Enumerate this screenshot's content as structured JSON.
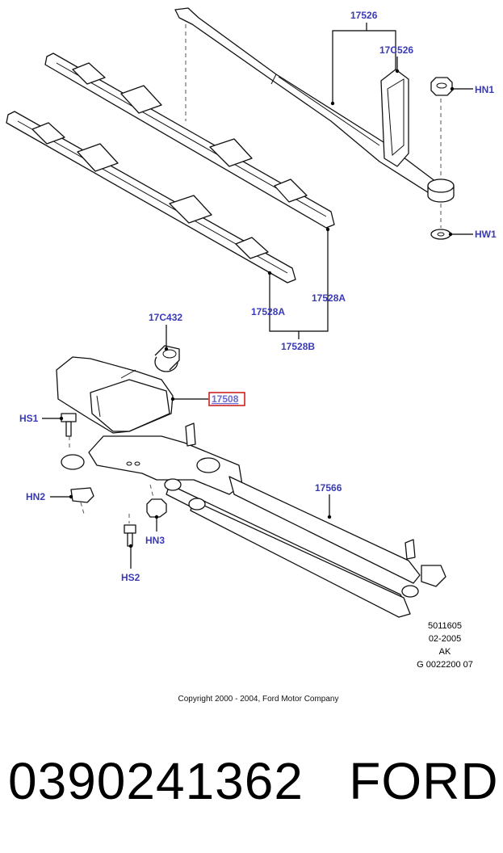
{
  "callouts": {
    "c17526": "17526",
    "c17C526": "17C526",
    "cHN1": "HN1",
    "cHW1": "HW1",
    "c17528A_left": "17528A",
    "c17528A_right": "17528A",
    "c17528B": "17528B",
    "c17C432": "17C432",
    "c17508": "17508",
    "cHS1": "HS1",
    "cHN2": "HN2",
    "cHN3": "HN3",
    "cHS2": "HS2",
    "c17566": "17566"
  },
  "meta": {
    "line1": "5011605",
    "line2": "02-2005",
    "line3": "AK",
    "line4": "G 0022200 07"
  },
  "copyright": "Copyright 2000 - 2004, Ford Motor Company",
  "footer": {
    "part_number": "0390241362",
    "brand": "FORD"
  },
  "colors": {
    "callout": "#3a3ab8",
    "highlight_box": "#cc2222"
  }
}
